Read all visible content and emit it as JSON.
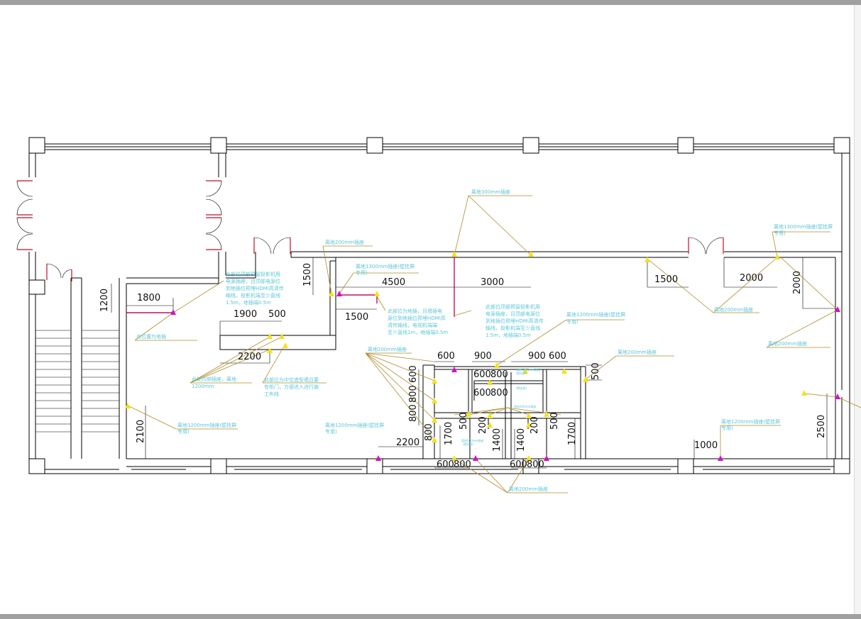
{
  "colors": {
    "wall": "#000000",
    "leader": "#b08c2c",
    "note_text": "#5bc6d8",
    "outlet_yellow": "#f2e21a",
    "outlet_magenta": "#d012c8",
    "red_line": "#c0102a"
  },
  "dimensions": [
    "1200",
    "1800",
    "1500",
    "4500",
    "1500",
    "3000",
    "1500",
    "2000",
    "2000",
    "1900",
    "500",
    "2200",
    "600",
    "900",
    "900",
    "600",
    "600",
    "800",
    "600",
    "800",
    "600",
    "800",
    "800",
    "800",
    "500",
    "1700",
    "500",
    "200",
    "1400",
    "1400",
    "200",
    "500",
    "1700",
    "2200",
    "600",
    "800",
    "600",
    "800",
    "2100",
    "1000",
    "2500"
  ],
  "notes": [
    "离地300mm插座",
    "离地200mm插座",
    "离地1300mm插座(壁挂屏",
    "专用)",
    "离地1300mm插座(壁挂屏",
    "专用)",
    "此部位顶部预留投影机用",
    "电源插座，且顶部电源位",
    "到地插位预埋HDMI高清传",
    "输线，投影机端至少直线",
    "1.5m，地插端0.5m",
    "此部位为地插，且墙插电",
    "源位到地插位预埋HDMI高",
    "清传输线，电视机端端",
    "至少直线1m，地插端0.5m",
    "此部位顶部预留投影机用",
    "电源插座，且顶部电源位",
    "到地插位预埋HDMI高清传",
    "输线，投影机端至少直线",
    "1.5m，地插端0.5m",
    "离地1200mm插座(壁挂屏",
    "专用)",
    "离地200mm插座",
    "离地200mm插座",
    "离地200mm插座",
    "此位置为地插",
    "此部位为中空造型墙且要",
    "有柜门，方便进入进行施",
    "工布线",
    "此处内侧插座，离地",
    "1200mm",
    "离地1200mm插座(壁挂屏",
    "专用)",
    "离地1200mm插座(壁挂屏",
    "专用)",
    "离地1200mm插座(壁挂屏",
    "专用)",
    "离地200mm插座",
    "离地200mm插座",
    "离地1300mm插座",
    "(壁挂屏)",
    "离地200mm插座",
    "(壁挂屏)",
    "离地200mm插座",
    "(壁挂屏)"
  ]
}
